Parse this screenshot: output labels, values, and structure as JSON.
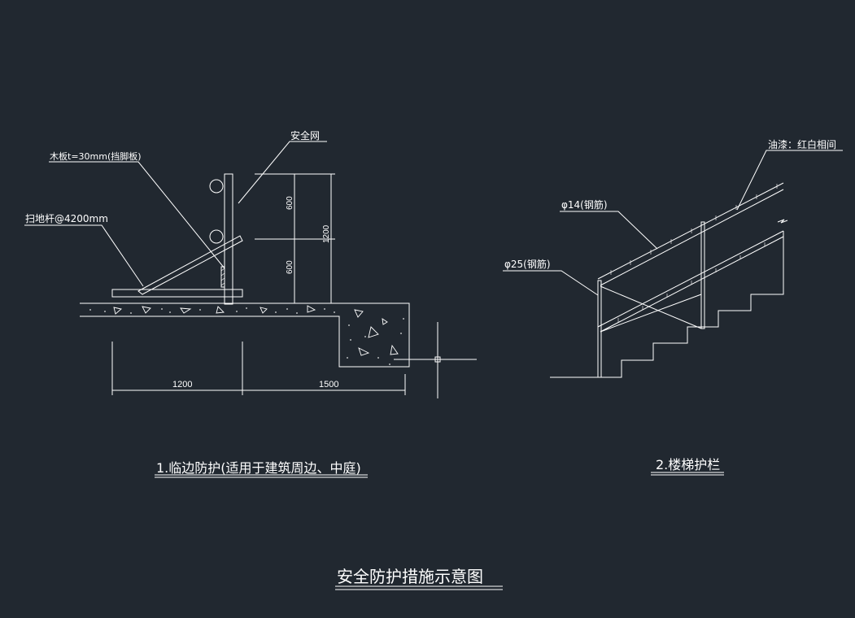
{
  "drawing_title": "安全防护措施示意图",
  "figure1": {
    "caption": "1.临边防护(适用于建筑周边、中庭)",
    "labels": {
      "safety_net": "安全网",
      "toe_board": "木板t=30mm(挡脚板)",
      "sweep_pole": "扫地杆@4200mm"
    },
    "dimensions": {
      "upper_600": "600",
      "lower_600": "600",
      "total_1200": "1200",
      "width_1200": "1200",
      "width_1500": "1500"
    }
  },
  "figure2": {
    "caption": "2.楼梯护栏",
    "labels": {
      "paint": "油漆：红白相间",
      "rail_14": "φ14(钢筋)",
      "post_25": "φ25(钢筋)"
    }
  },
  "colors": {
    "background": "#212830",
    "line": "#ffffff"
  }
}
